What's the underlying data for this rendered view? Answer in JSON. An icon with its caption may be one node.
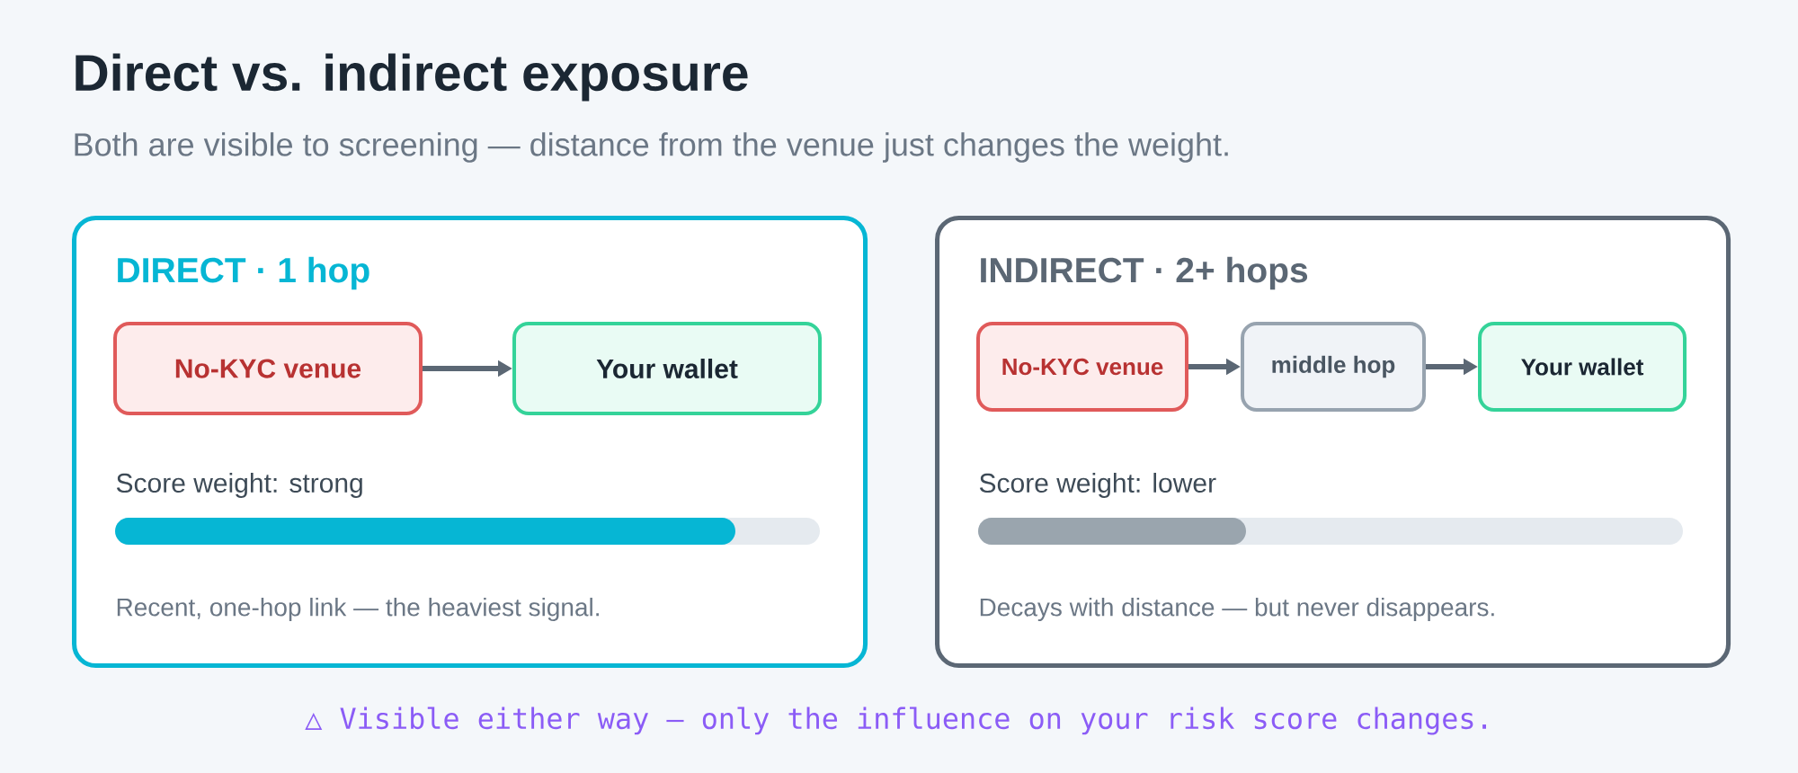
{
  "diagram": {
    "title": "Direct vs. indirect exposure",
    "nodes": [
      {
        "text": [
          "DIRECT · 1 hop",
          "Score weight: strong",
          "Recent, one-hop link — the heaviest signal."
        ]
      },
      {
        "text": [
          "No-KYC venue"
        ],
        "in": 0
      },
      {
        "text": [
          "Your wallet"
        ],
        "in": 0
      },
      {
        "text": [
          "INDIRECT · 2+ hops",
          "Score weight: lower",
          "Decays with distance — but never disappears."
        ]
      },
      {
        "text": [
          "No-KYC venue"
        ],
        "in": 3
      },
      {
        "text": [
          "middle hop"
        ],
        "in": 3
      },
      {
        "text": [
          "Your wallet"
        ],
        "in": 3
      }
    ],
    "edges": [
      {
        "from": 1,
        "to": 2,
        "arrow": "to"
      },
      {
        "from": 4,
        "to": 5,
        "arrow": "to"
      },
      {
        "from": 5,
        "to": 6,
        "arrow": "to"
      }
    ],
    "labels": [
      "Both are visible to screening — distance from the venue just changes the weight.",
      "△ Visible either way — only the influence on your risk score changes."
    ]
  }
}
